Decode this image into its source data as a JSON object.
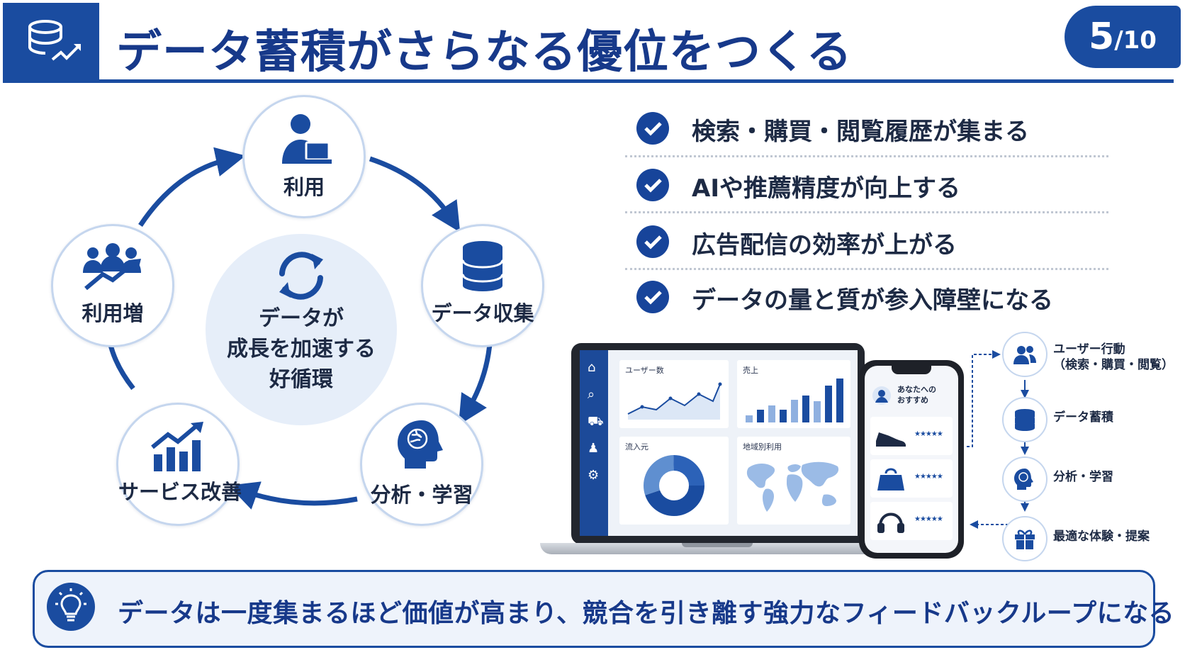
{
  "header": {
    "title": "データ蓄積がさらなる優位をつくる",
    "page_current": "5",
    "page_total": "/10",
    "icon": "database-growth-icon"
  },
  "cycle": {
    "center_icon": "refresh-cycle-icon",
    "center_text": "データが\n成長を加速する\n好循環",
    "nodes": [
      {
        "label": "利用",
        "icon": "user-laptop-icon"
      },
      {
        "label": "データ収集",
        "icon": "database-icon"
      },
      {
        "label": "分析・学習",
        "icon": "brain-head-icon"
      },
      {
        "label": "サービス改善",
        "icon": "bar-chart-up-icon"
      },
      {
        "label": "利用増",
        "icon": "users-growth-icon"
      }
    ]
  },
  "checklist": [
    "検索・購買・閲覧履歴が集まる",
    "AIや推薦精度が向上する",
    "広告配信の効率が上がる",
    "データの量と質が参入障壁になる"
  ],
  "dashboard": {
    "card_titles": [
      "ユーザー数",
      "売上",
      "流入元",
      "地域別利用"
    ],
    "sidebar_icons": [
      "home-icon",
      "search-icon",
      "cart-icon",
      "person-icon",
      "gear-icon"
    ]
  },
  "phone": {
    "header_text": "あなたへの\nおすすめ",
    "items": [
      {
        "icon": "shoe-icon",
        "stars": "★★★★★"
      },
      {
        "icon": "bag-icon",
        "stars": "★★★★★"
      },
      {
        "icon": "headphones-icon",
        "stars": "★★★★★"
      }
    ]
  },
  "flow": [
    {
      "label": "ユーザー行動\n（検索・購買・閲覧）",
      "icon": "users-icon"
    },
    {
      "label": "データ蓄積",
      "icon": "database-icon"
    },
    {
      "label": "分析・学習",
      "icon": "brain-head-icon"
    },
    {
      "label": "最適な体験・提案",
      "icon": "gift-icon"
    }
  ],
  "banner": {
    "text": "データは一度集まるほど価値が高まり、競合を引き離す強力なフィードバックループになる",
    "icon": "lightbulb-icon"
  },
  "colors": {
    "primary": "#1a4ca0",
    "light_bg": "#e6eef9",
    "text": "#1d2a44"
  }
}
